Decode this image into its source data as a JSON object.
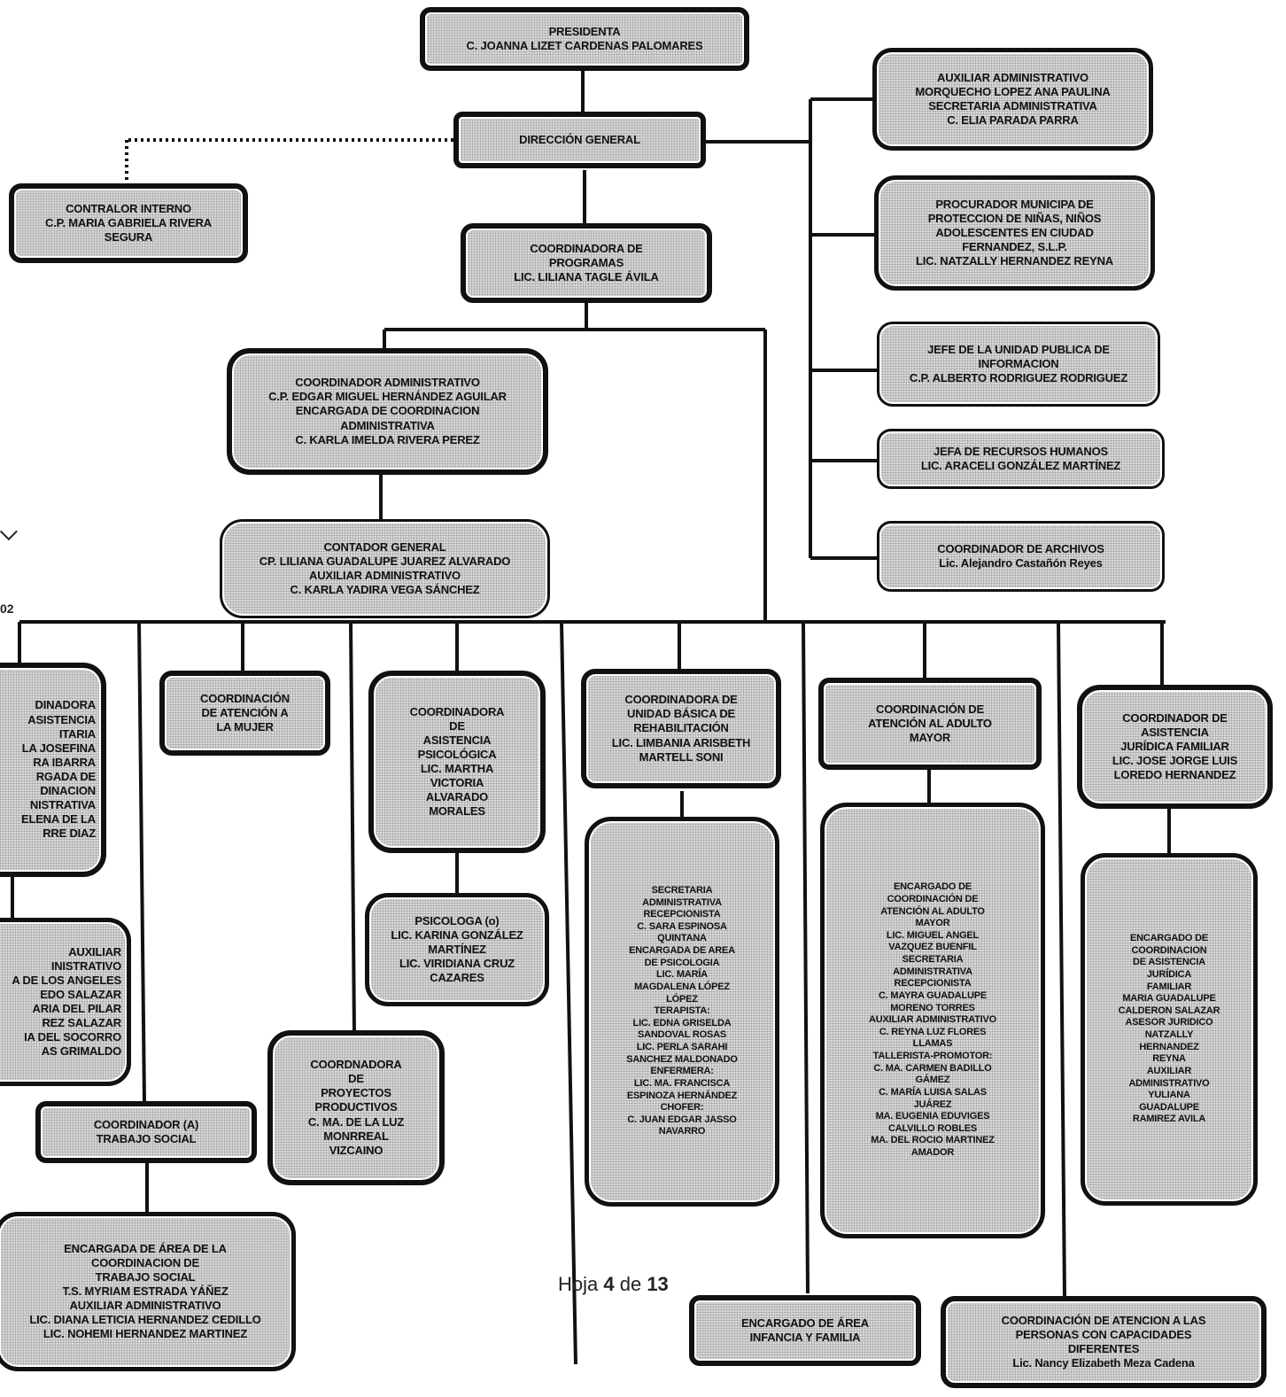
{
  "boxes": {
    "presidenta": [
      "PRESIDENTA",
      "C. JOANNA LIZET CARDENAS PALOMARES"
    ],
    "direccion": [
      "DIRECCIÓN GENERAL"
    ],
    "contralor": [
      "CONTRALOR INTERNO",
      "C.P. MARIA GABRIELA RIVERA",
      "SEGURA"
    ],
    "coord_programas": [
      "COORDINADORA DE",
      "PROGRAMAS",
      "LIC. LILIANA TAGLE ÁVILA"
    ],
    "aux_admin": [
      "AUXILIAR ADMINISTRATIVO",
      "MORQUECHO LOPEZ ANA PAULINA",
      "SECRETARIA ADMINISTRATIVA",
      "C. ELIA PARADA PARRA"
    ],
    "procurador": [
      "PROCURADOR MUNICIPA DE",
      "PROTECCION DE NIÑAS, NIÑOS",
      "ADOLESCENTES EN CIUDAD",
      "FERNANDEZ, S.L.P.",
      "LIC. NATZALLY HERNANDEZ REYNA"
    ],
    "jefe_unidad": [
      "JEFE DE LA UNIDAD PUBLICA DE",
      "INFORMACION",
      "C.P. ALBERTO RODRIGUEZ RODRIGUEZ"
    ],
    "jefa_rh": [
      "JEFA DE RECURSOS HUMANOS",
      "LIC. ARACELI GONZÁLEZ MARTÍNEZ"
    ],
    "coord_archivos": [
      "COORDINADOR DE ARCHIVOS",
      "Lic. Alejandro Castañón Reyes"
    ],
    "coord_admin": [
      "COORDINADOR ADMINISTRATIVO",
      "C.P. EDGAR MIGUEL HERNÁNDEZ AGUILAR",
      "ENCARGADA DE COORDINACION",
      "ADMINISTRATIVA",
      "C. KARLA IMELDA RIVERA PEREZ"
    ],
    "contador": [
      "CONTADOR GENERAL",
      "CP. LILIANA GUADALUPE JUAREZ ALVARADO",
      "AUXILIAR ADMINISTRATIVO",
      "C. KARLA YADIRA VEGA SÁNCHEZ"
    ],
    "coord_asistencia": [
      "DINADORA",
      "ASISTENCIA",
      "ITARIA",
      "LA JOSEFINA",
      "RA IBARRA",
      "RGADA DE",
      "DINACION",
      "NISTRATIVA",
      "ELENA DE LA",
      "RRE DIAZ"
    ],
    "aux_left": [
      "AUXILIAR",
      "INISTRATIVO",
      "A DE LOS ANGELES",
      "EDO SALAZAR",
      "ARIA DEL PILAR",
      "REZ SALAZAR",
      "IA DEL SOCORRO",
      "AS GRIMALDO"
    ],
    "coord_ts": [
      "COORDINADOR (A)",
      "TRABAJO SOCIAL"
    ],
    "encargada_ts": [
      "ENCARGADA DE ÁREA DE LA",
      "COORDINACION DE",
      "TRABAJO SOCIAL",
      "T.S. MYRIAM ESTRADA YÁÑEZ",
      "AUXILIAR ADMINISTRATIVO",
      "LIC. DIANA LETICIA HERNANDEZ CEDILLO",
      "LIC. NOHEMI HERNANDEZ MARTINEZ"
    ],
    "coord_mujer": [
      "COORDINACIÓN",
      "DE ATENCIÓN A",
      "LA MUJER"
    ],
    "coord_psico": [
      "COORDINADORA",
      "DE",
      "ASISTENCIA",
      "PSICOLÓGICA",
      "LIC. MARTHA",
      "VICTORIA",
      "ALVARADO",
      "MORALES"
    ],
    "psicologa": [
      "PSICOLOGA (o)",
      "LIC. KARINA GONZÁLEZ",
      "MARTÍNEZ",
      "LIC. VIRIDIANA CRUZ",
      "CAZARES"
    ],
    "coord_proyectos": [
      "COORDNADORA",
      "DE",
      "PROYECTOS",
      "PRODUCTIVOS",
      "C. MA. DE LA LUZ",
      "MONRREAL",
      "VIZCAINO"
    ],
    "coord_ubr": [
      "COORDINADORA DE",
      "UNIDAD BÁSICA DE",
      "REHABILITACIÓN",
      "LIC. LIMBANIA ARISBETH",
      "MARTELL SONI"
    ],
    "ubr_staff": [
      "SECRETARIA",
      "ADMINISTRATIVA",
      "RECEPCIONISTA",
      "C. SARA ESPINOSA",
      "QUINTANA",
      "ENCARGADA DE AREA",
      "DE PSICOLOGIA",
      "LIC. MARÍA",
      "MAGDALENA LÓPEZ",
      "LÓPEZ",
      "TERAPISTA:",
      "LIC. EDNA GRISELDA",
      "SANDOVAL ROSAS",
      "LIC. PERLA SARAHI",
      "SANCHEZ MALDONADO",
      "ENFERMERA:",
      "LIC. MA. FRANCISCA",
      "ESPINOZA HERNÁNDEZ",
      "CHOFER:",
      "C. JUAN EDGAR JASSO",
      "NAVARRO"
    ],
    "coord_adulto": [
      "COORDINACIÓN DE",
      "ATENCIÓN AL ADULTO",
      "MAYOR"
    ],
    "adulto_staff": [
      "ENCARGADO DE",
      "COORDINACIÓN DE",
      "ATENCIÓN AL ADULTO",
      "MAYOR",
      "LIC. MIGUEL ANGEL",
      "VAZQUEZ BUENFIL",
      "SECRETARIA",
      "ADMINISTRATIVA",
      "RECEPCIONISTA",
      "C. MAYRA GUADALUPE",
      "MORENO TORRES",
      "AUXILIAR ADMINISTRATIVO",
      "C. REYNA LUZ FLORES",
      "LLAMAS",
      "TALLERISTA-PROMOTOR:",
      "C. MA. CARMEN BADILLO",
      "GÁMEZ",
      "C. MARÍA LUISA SALAS",
      "JUÁREZ",
      "MA. EUGENIA EDUVIGES",
      "CALVILLO ROBLES",
      "MA. DEL ROCIO MARTINEZ",
      "AMADOR"
    ],
    "coord_juridica": [
      "COORDINADOR DE",
      "ASISTENCIA",
      "JURÍDICA FAMILIAR",
      "LIC. JOSE JORGE LUIS",
      "LOREDO HERNANDEZ"
    ],
    "juridica_staff": [
      "ENCARGADO DE",
      "COORDINACION",
      "DE ASISTENCIA",
      "JURÍDICA",
      "FAMILIAR",
      "MARIA GUADALUPE",
      "CALDERON SALAZAR",
      "ASESOR JURIDICO",
      "NATZALLY",
      "HERNANDEZ",
      "REYNA",
      "AUXILIAR",
      "ADMINISTRATIVO",
      "YULIANA",
      "GUADALUPE",
      "RAMIREZ AVILA"
    ],
    "encargado_infancia": [
      "ENCARGADO DE ÁREA",
      "INFANCIA Y FAMILIA"
    ],
    "coord_capacidades": [
      "COORDINACIÓN DE ATENCION A LAS",
      "PERSONAS CON CAPACIDADES",
      "DIFERENTES",
      "Lic. Nancy Elizabeth Meza Cadena"
    ]
  },
  "footer": {
    "prefix": "Hoja ",
    "page": "4",
    "middle": " de ",
    "total": "13"
  },
  "logo_text": "02"
}
